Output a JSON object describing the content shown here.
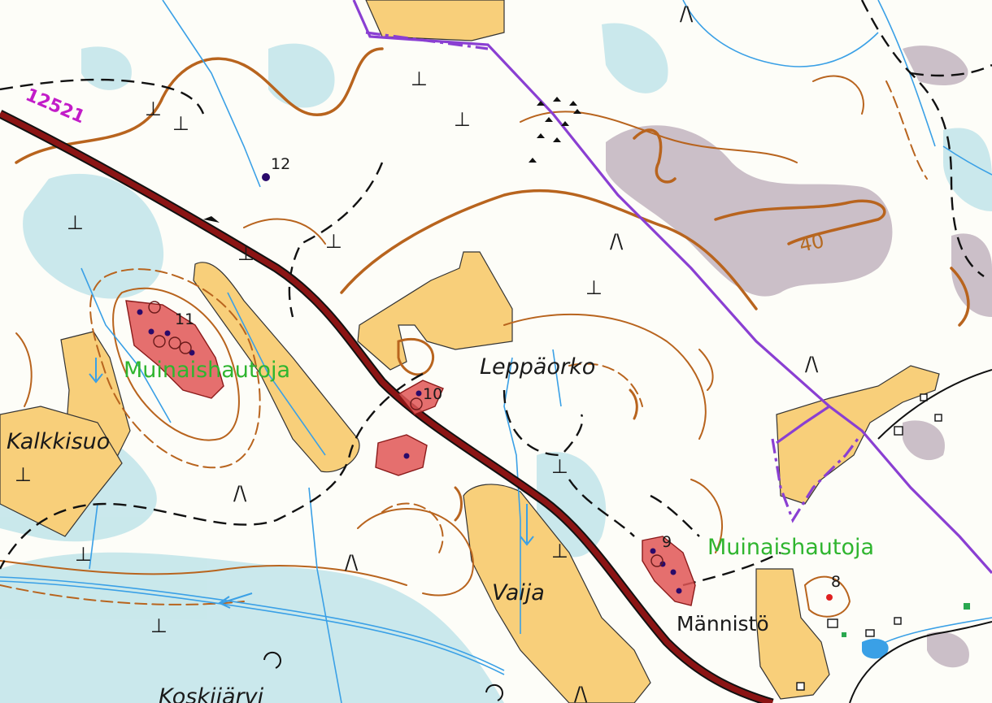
{
  "map": {
    "place_names": {
      "kalkkisuo": "Kalkkisuo",
      "leppaorko": "Leppäorko",
      "vaija": "Vaija",
      "koskijarvi": "Koskijärvi",
      "mannisto": "Männistö"
    },
    "heritage_labels": {
      "west": "Muinaishautoja",
      "east": "Muinaishautoja"
    },
    "site_numbers": {
      "s8": "8",
      "s9": "9",
      "s10": "10",
      "s11": "11",
      "s12": "12"
    },
    "road_number": "12521",
    "contour_label": "40",
    "colors": {
      "field": "#f8cf7a",
      "water_marsh": "#c4e6ea",
      "contour": "#b8641e",
      "road_fill": "#8b1414",
      "boundary": "#8a3fd2",
      "heritage_area": "#e05656",
      "stream": "#3aa0e6",
      "green_text": "#2fb52f"
    },
    "icons": [
      "terrain-symbol-icon",
      "flow-arrow-icon",
      "cliff-marker-icon",
      "building-icon"
    ]
  }
}
